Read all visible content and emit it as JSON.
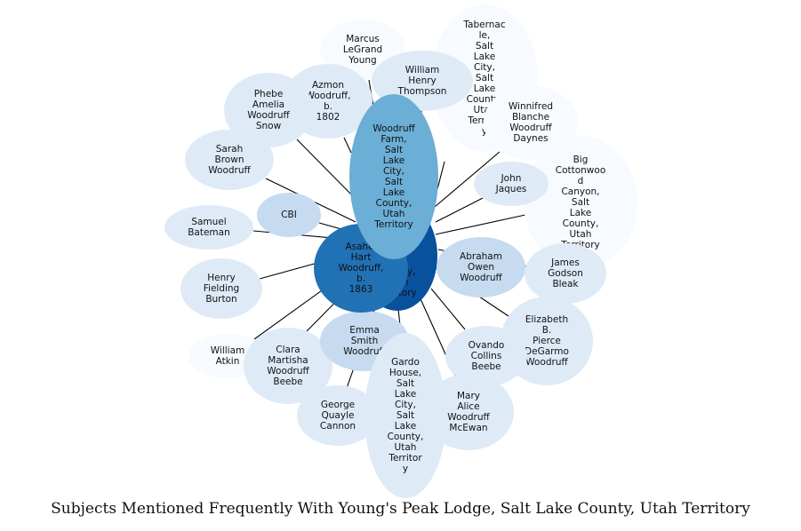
{
  "caption": "Subjects Mentioned Frequently With Young's Peak Lodge, Salt Lake County, Utah Territory",
  "colors": {
    "edge": "#000000",
    "shade1": "#f7fbff",
    "shade2": "#deebf7",
    "shade3": "#c6dbef",
    "shade4": "#6baed6",
    "shade5": "#2171b5",
    "shade6": "#08519c"
  },
  "center_hub": {
    "label": "Young's Peak Lodge, Salt Lake County, Utah Territory",
    "shade": "shade6"
  },
  "nodes": [
    {
      "id": "n0",
      "label": "Tabernacle, Salt Lake City, Salt Lake County, Utah Territory",
      "shade": "shade1"
    },
    {
      "id": "n1",
      "label": "Marcus LeGrand Young",
      "shade": "shade1"
    },
    {
      "id": "n2",
      "label": "Azmon Woodruff, b. 1802",
      "shade": "shade2"
    },
    {
      "id": "n3",
      "label": "Phebe Amelia Woodruff Snow",
      "shade": "shade2"
    },
    {
      "id": "n4",
      "label": "William Henry Thompson",
      "shade": "shade2"
    },
    {
      "id": "n5",
      "label": "Winnifred Blanche Woodruff Daynes",
      "shade": "shade1"
    },
    {
      "id": "n6",
      "label": "Sarah Brown Woodruff",
      "shade": "shade2"
    },
    {
      "id": "n7",
      "label": "Big Cottonwood Canyon, Salt Lake County, Utah Territory",
      "shade": "shade1"
    },
    {
      "id": "n8",
      "label": "John Jaques",
      "shade": "shade2"
    },
    {
      "id": "n9",
      "label": "CBI",
      "shade": "shade3"
    },
    {
      "id": "n10",
      "label": "Samuel Bateman",
      "shade": "shade2"
    },
    {
      "id": "n11",
      "label": "Abraham Owen Woodruff",
      "shade": "shade3"
    },
    {
      "id": "n12",
      "label": "James Godson Bleak",
      "shade": "shade2"
    },
    {
      "id": "n13",
      "label": "Henry Fielding Burton",
      "shade": "shade2"
    },
    {
      "id": "n14",
      "label": "Elizabeth B. Pierce DeGarmo Woodruff",
      "shade": "shade2"
    },
    {
      "id": "n15",
      "label": "William Atkin",
      "shade": "shade1"
    },
    {
      "id": "n16",
      "label": "Clara Martisha Woodruff Beebe",
      "shade": "shade2"
    },
    {
      "id": "n17",
      "label": "Emma Smith Woodruff",
      "shade": "shade3"
    },
    {
      "id": "n18",
      "label": "Ovando Collins Beebe",
      "shade": "shade2"
    },
    {
      "id": "n19",
      "label": "George Quayle Cannon",
      "shade": "shade2"
    },
    {
      "id": "n20",
      "label": "Mary Alice Woodruff McEwan",
      "shade": "shade2"
    },
    {
      "id": "n21",
      "label": "Gardo House, Salt Lake City, Salt Lake County, Utah Territory",
      "shade": "shade2"
    },
    {
      "id": "n22",
      "label": "Asahel Hart Woodruff, b. 1863",
      "shade": "shade5"
    },
    {
      "id": "n23",
      "label": "Woodruff Farm, Salt Lake City, Salt Lake County, Utah Territory",
      "shade": "shade4"
    }
  ]
}
